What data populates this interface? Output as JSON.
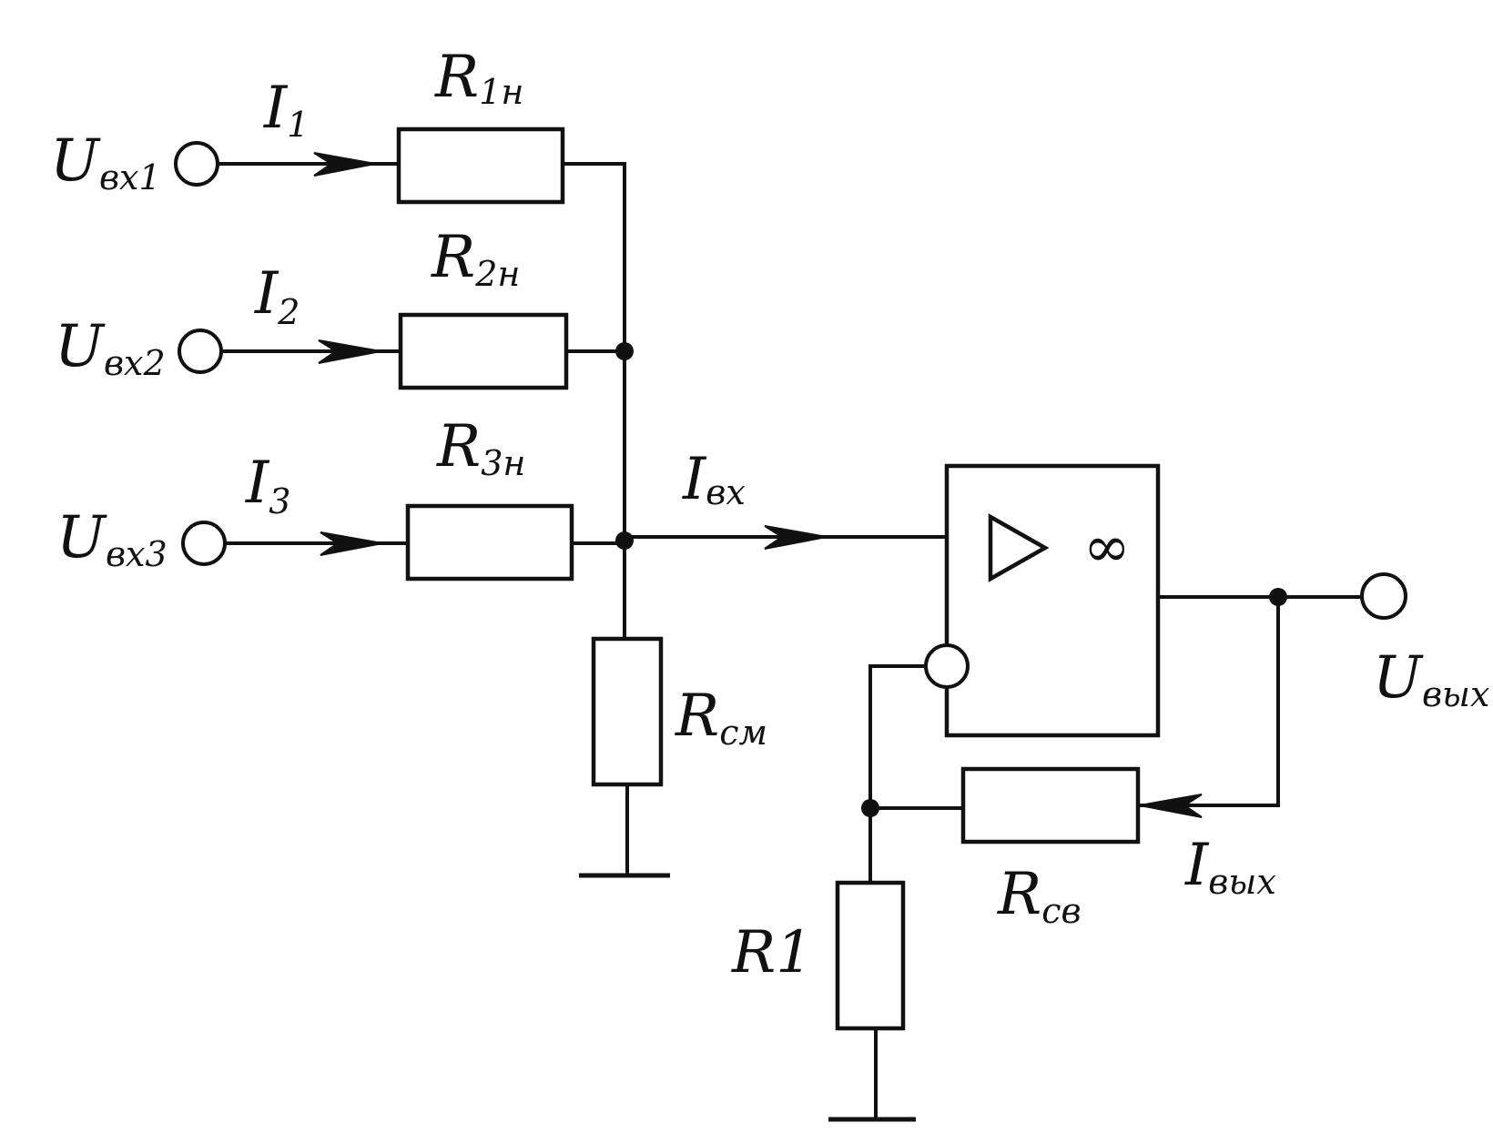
{
  "labels": {
    "u_in1": {
      "main": "U",
      "sub": "вх1"
    },
    "u_in2": {
      "main": "U",
      "sub": "вх2"
    },
    "u_in3": {
      "main": "U",
      "sub": "вх3"
    },
    "i1": {
      "main": "I",
      "sub": "1"
    },
    "i2": {
      "main": "I",
      "sub": "2"
    },
    "i3": {
      "main": "I",
      "sub": "3"
    },
    "r1n": {
      "main": "R",
      "sub": "1н"
    },
    "r2n": {
      "main": "R",
      "sub": "2н"
    },
    "r3n": {
      "main": "R",
      "sub": "3н"
    },
    "i_in": {
      "main": "I",
      "sub": "вх"
    },
    "r_sm": {
      "main": "R",
      "sub": "см"
    },
    "r_sv": {
      "main": "R",
      "sub": "св"
    },
    "r1": {
      "main": "R1"
    },
    "i_out": {
      "main": "I",
      "sub": "вых"
    },
    "u_out": {
      "main": "U",
      "sub": "вых"
    }
  },
  "amplifier": {
    "gain_symbol": "∞"
  },
  "colors": {
    "ink": "#111111",
    "background": "#ffffff"
  }
}
